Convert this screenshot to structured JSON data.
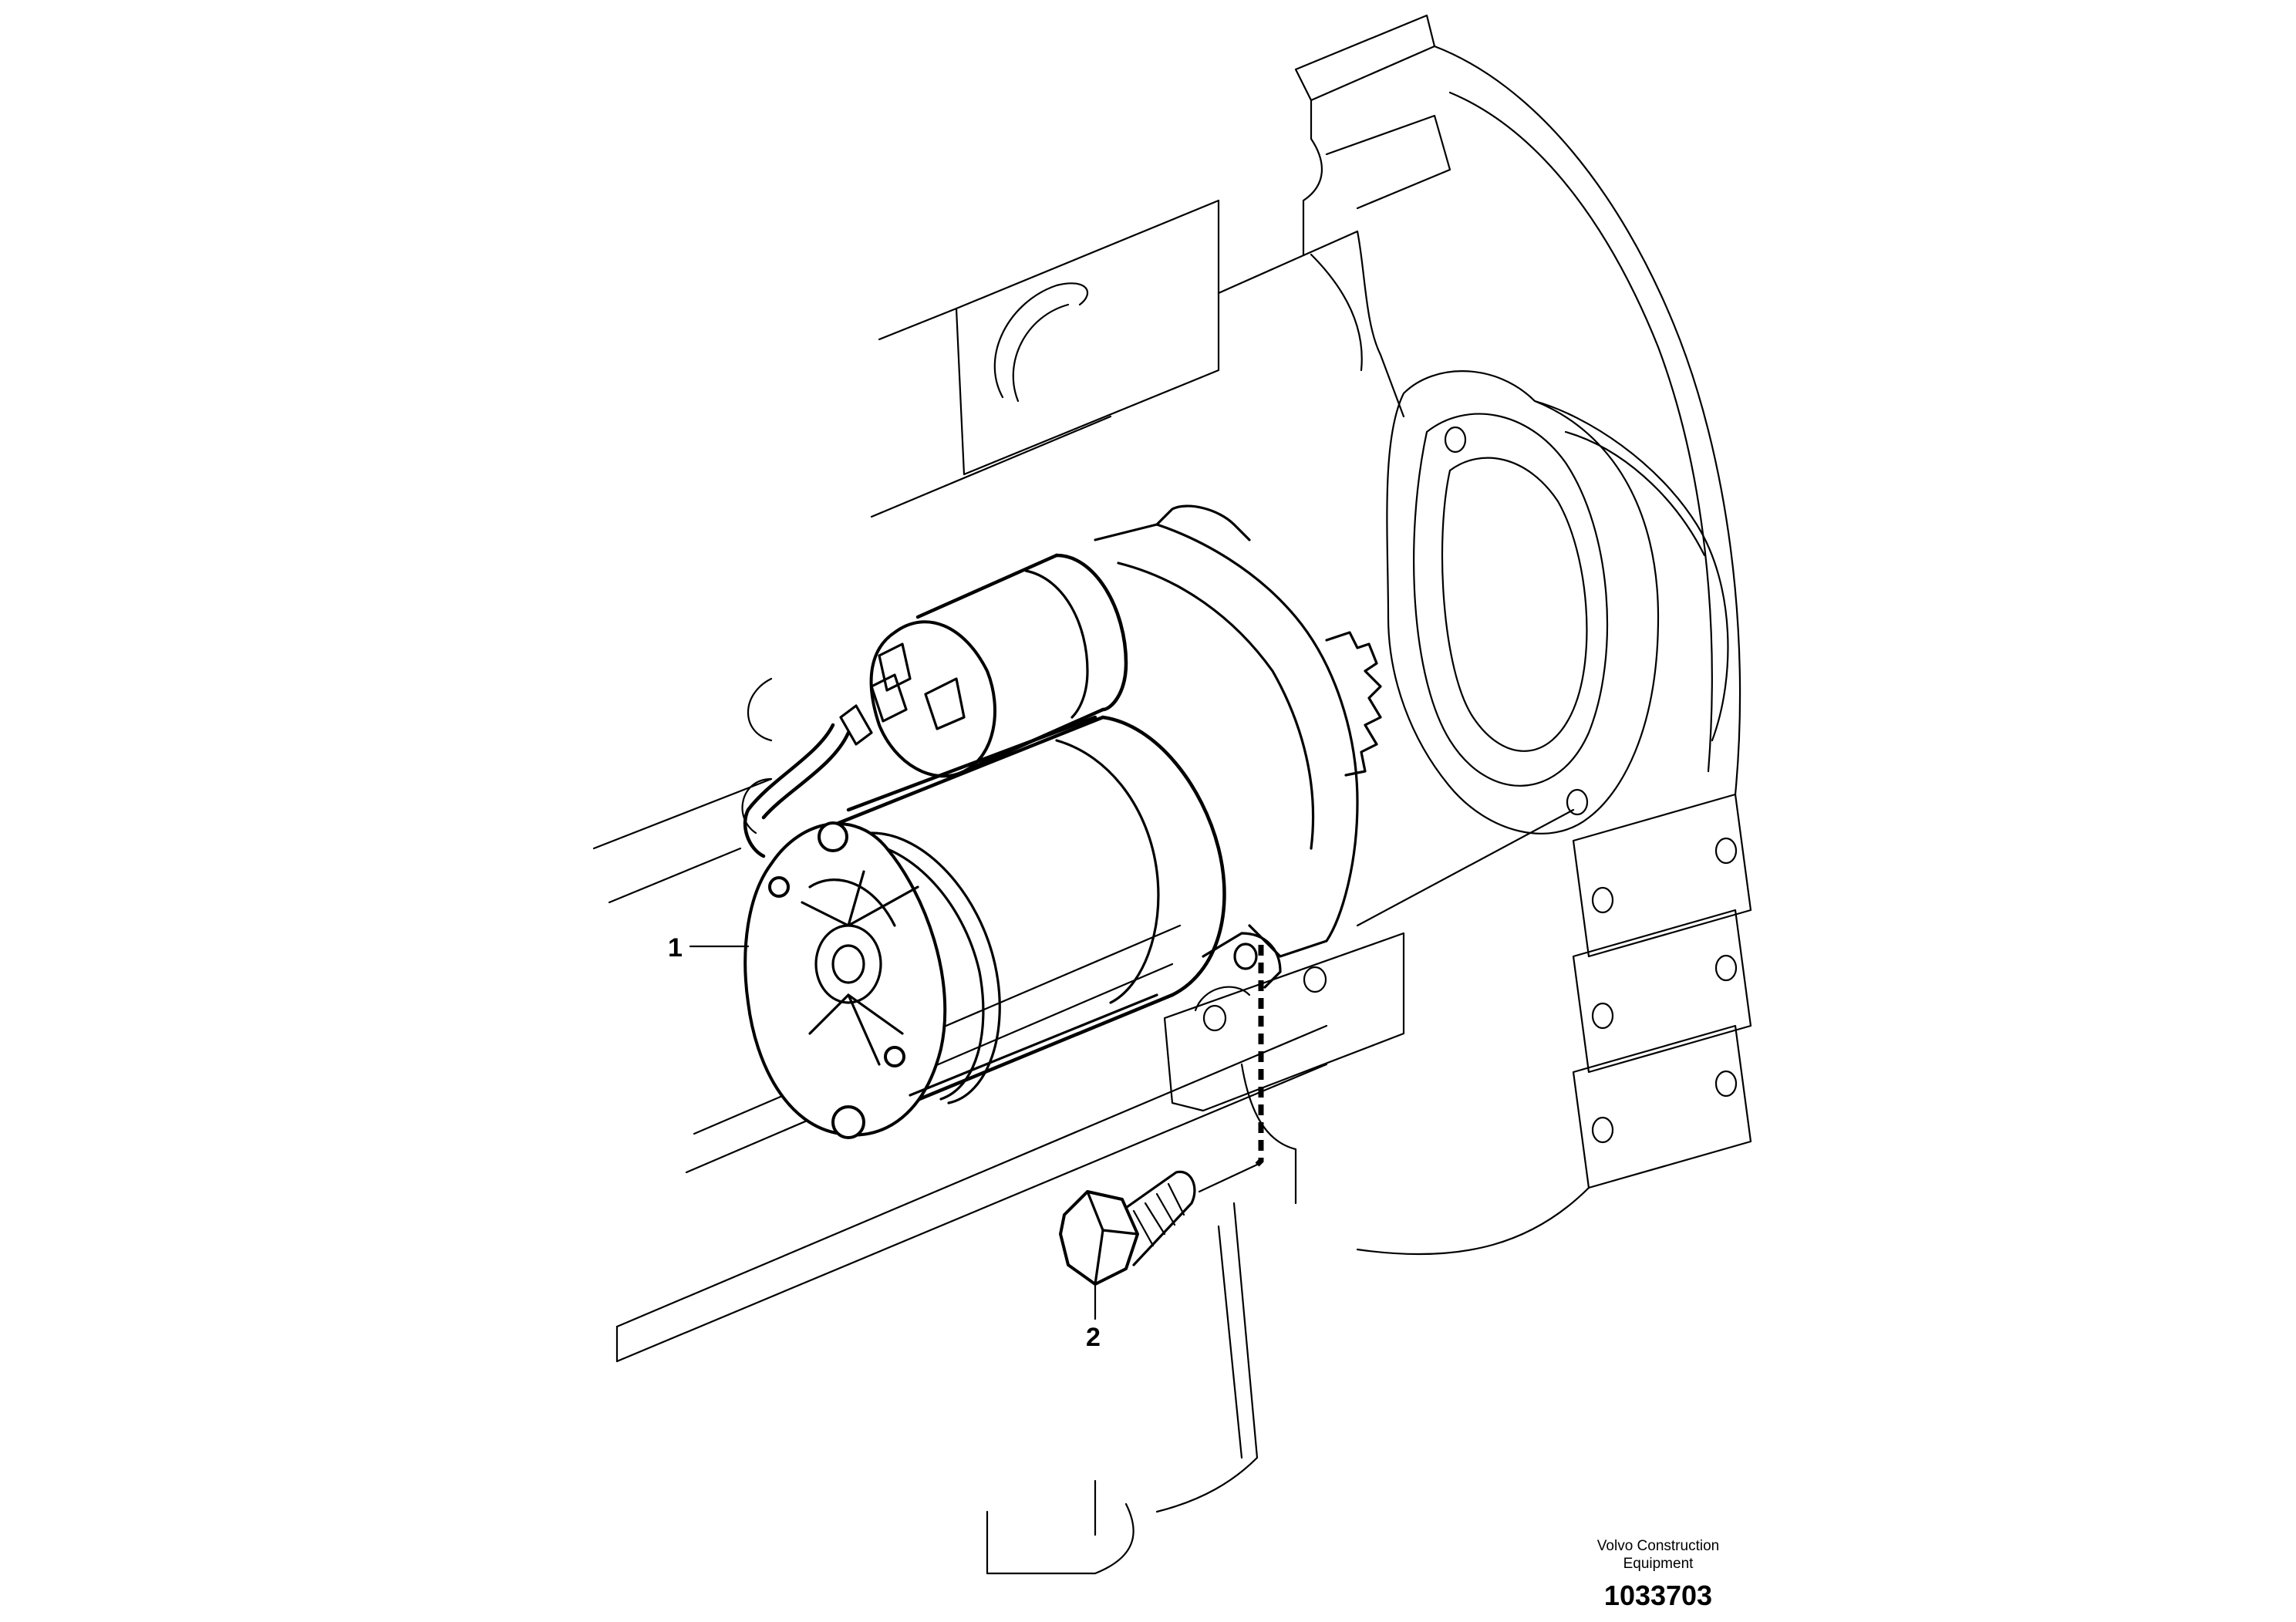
{
  "callouts": [
    {
      "id": "1",
      "label": "1"
    },
    {
      "id": "2",
      "label": "2"
    }
  ],
  "publisher": {
    "line1": "Volvo Construction",
    "line2": "Equipment"
  },
  "document_number": "1033703",
  "colors": {
    "ink": "#000000",
    "paper": "#ffffff"
  }
}
